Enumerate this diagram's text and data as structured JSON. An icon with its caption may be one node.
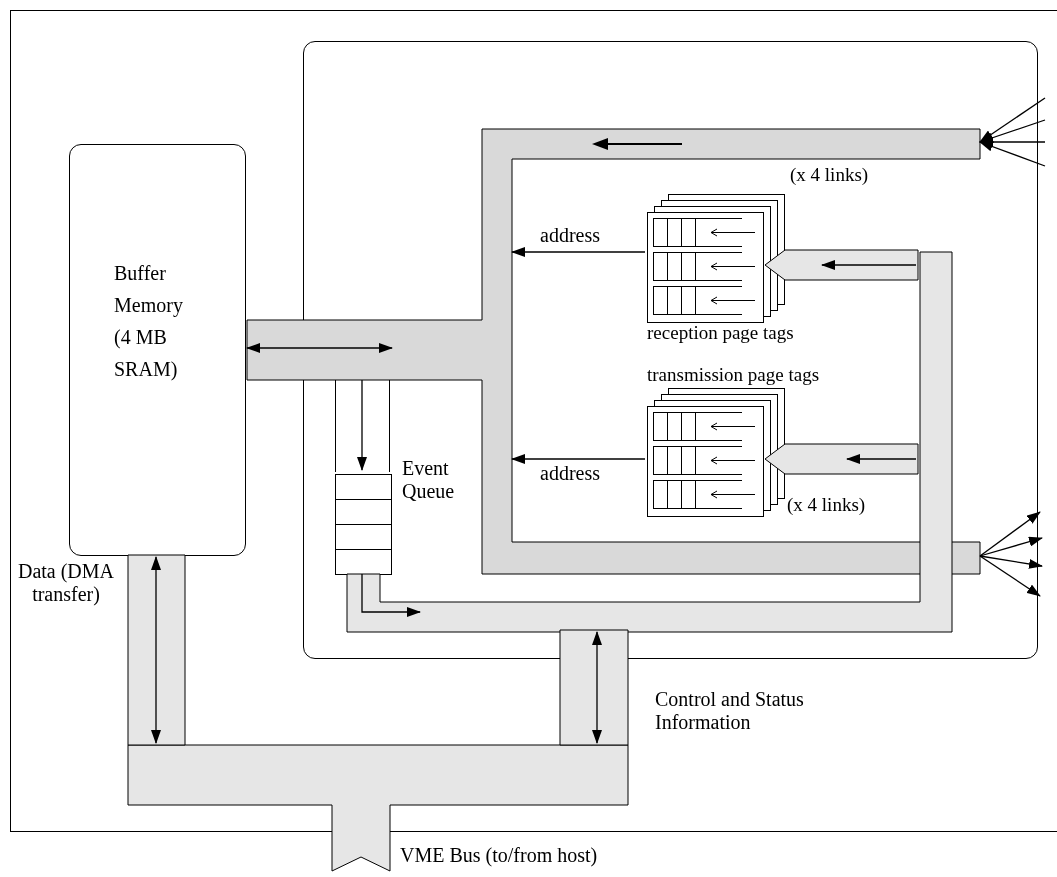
{
  "diagram": {
    "nodes": [
      {
        "text": [],
        "shape": "box"
      },
      {
        "text": [
          "Buffer Memory (4 MB SRAM)"
        ],
        "in": 0
      },
      {
        "text": [],
        "shape": "box",
        "in": 0
      },
      {
        "text": [
          "reception page tags"
        ],
        "beside": [
          "(x 4 links)"
        ],
        "in": 2
      },
      {
        "text": [
          "transmission page tags"
        ],
        "beside": [
          "(x 4 links)"
        ],
        "in": 2
      },
      {
        "text": [
          "Event Queue"
        ],
        "in": 2
      },
      {
        "text": [
          "VME Bus (to/from host)"
        ]
      },
      {
        "text": [],
        "shape": "bar",
        "in": 2
      },
      {
        "text": [],
        "shape": "bar",
        "in": 2
      }
    ],
    "edges": [
      {
        "from": 1,
        "to": 7,
        "arrow": "both"
      },
      {
        "from": 3,
        "to": 7,
        "arrow": "to",
        "label": "address"
      },
      {
        "from": 4,
        "to": 7,
        "arrow": "to",
        "label": "address"
      },
      {
        "from": null,
        "to": 7,
        "arrow": "to"
      },
      {
        "from": null,
        "to": 7,
        "arrow": "to"
      },
      {
        "from": null,
        "to": 7,
        "arrow": "to"
      },
      {
        "from": null,
        "to": 7,
        "arrow": "to"
      },
      {
        "from": 7,
        "to": null,
        "arrow": "to"
      },
      {
        "from": 7,
        "to": null,
        "arrow": "to"
      },
      {
        "from": 7,
        "to": null,
        "arrow": "to"
      },
      {
        "from": 7,
        "to": null,
        "arrow": "to"
      },
      {
        "from": 7,
        "to": 5,
        "arrow": "to"
      },
      {
        "from": 5,
        "to": 8,
        "arrow": "to"
      },
      {
        "from": 8,
        "to": 3,
        "arrow": "to"
      },
      {
        "from": 8,
        "to": 4,
        "arrow": "to"
      },
      {
        "from": 1,
        "to": 6,
        "arrow": "both",
        "label": "Data (DMA transfer)"
      },
      {
        "from": 8,
        "to": 6,
        "arrow": "both",
        "label": "Control and Status Information"
      }
    ]
  }
}
